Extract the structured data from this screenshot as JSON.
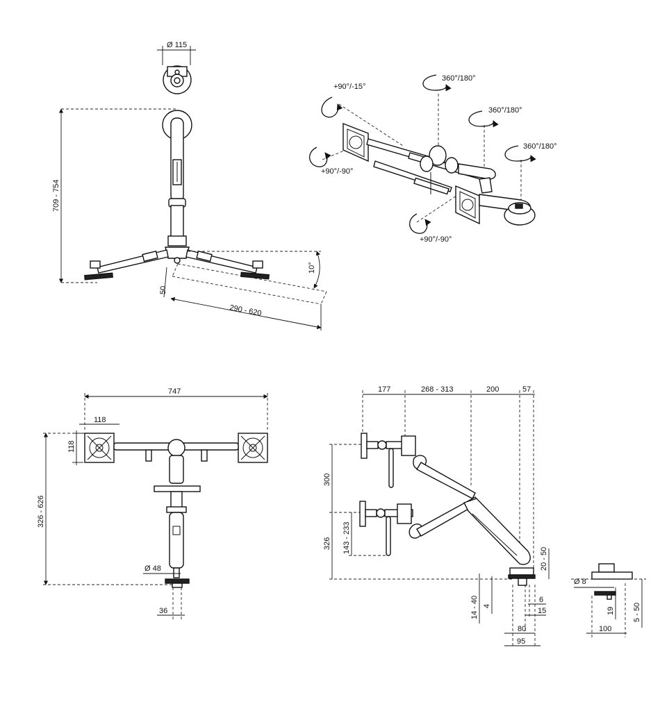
{
  "views": {
    "top": {
      "d115": "Ø 115",
      "height": "709 - 754",
      "deep50": "50",
      "reach": "290 - 620",
      "tilt": "10°"
    },
    "iso": {
      "r_top": "360°/180°",
      "r_mid": "360°/180°",
      "r_right": "360°/180°",
      "tilt_upper": "+90°/-15°",
      "tilt_left": "+90°/-90°",
      "tilt_bottom": "+90°/-90°"
    },
    "front": {
      "width": "747",
      "vesa_w": "118",
      "vesa_h": "118",
      "height": "326 - 626",
      "pole": "Ø 48",
      "base": "36"
    },
    "side": {
      "a": "177",
      "b": "268 - 313",
      "c": "200",
      "d": "57",
      "h300": "300",
      "h326": "326",
      "adj": "143 - 233",
      "top_clamp": "20 - 50",
      "desk": "14 - 40",
      "four": "4",
      "six": "6",
      "fifteen": "15",
      "eighty": "80",
      "ninetyfive": "95"
    },
    "detail": {
      "d8": "Ø 8",
      "nineteen": "19",
      "range": "5 - 50",
      "hundred": "100"
    }
  }
}
